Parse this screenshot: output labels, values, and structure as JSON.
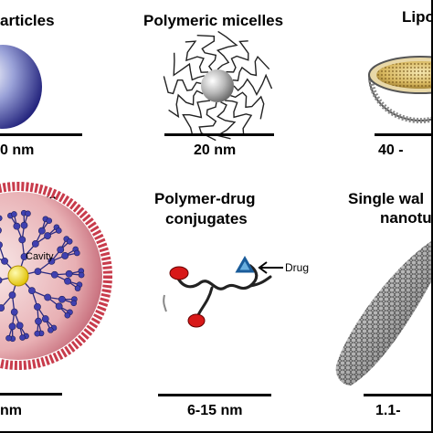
{
  "panels": [
    {
      "title": "articles",
      "size": "0 nm"
    },
    {
      "title": "Polymeric micelles",
      "size": "20 nm"
    },
    {
      "title": "Lipo",
      "size": "40 -"
    },
    {
      "title": "drimers",
      "size": "nm",
      "inner_label": "Cavity"
    },
    {
      "title_line1": "Polymer-drug",
      "title_line2": "conjugates",
      "size": "6-15 nm",
      "pointer_label": "Drug"
    },
    {
      "title_line1": "Single wal",
      "title_line2": "nanotu",
      "size": "1.1-"
    }
  ],
  "colors": {
    "nanoparticle": "#3a3a9a",
    "micelle_core": "#a8a8a8",
    "liposome_core": "#c8a030",
    "dendrimer_shell": "#c83c4c",
    "dendrimer_core": "#f0d800",
    "dendrimer_branch": "#3a3aa0",
    "drug_red": "#d81818",
    "drug_blue": "#4aa0d8"
  }
}
